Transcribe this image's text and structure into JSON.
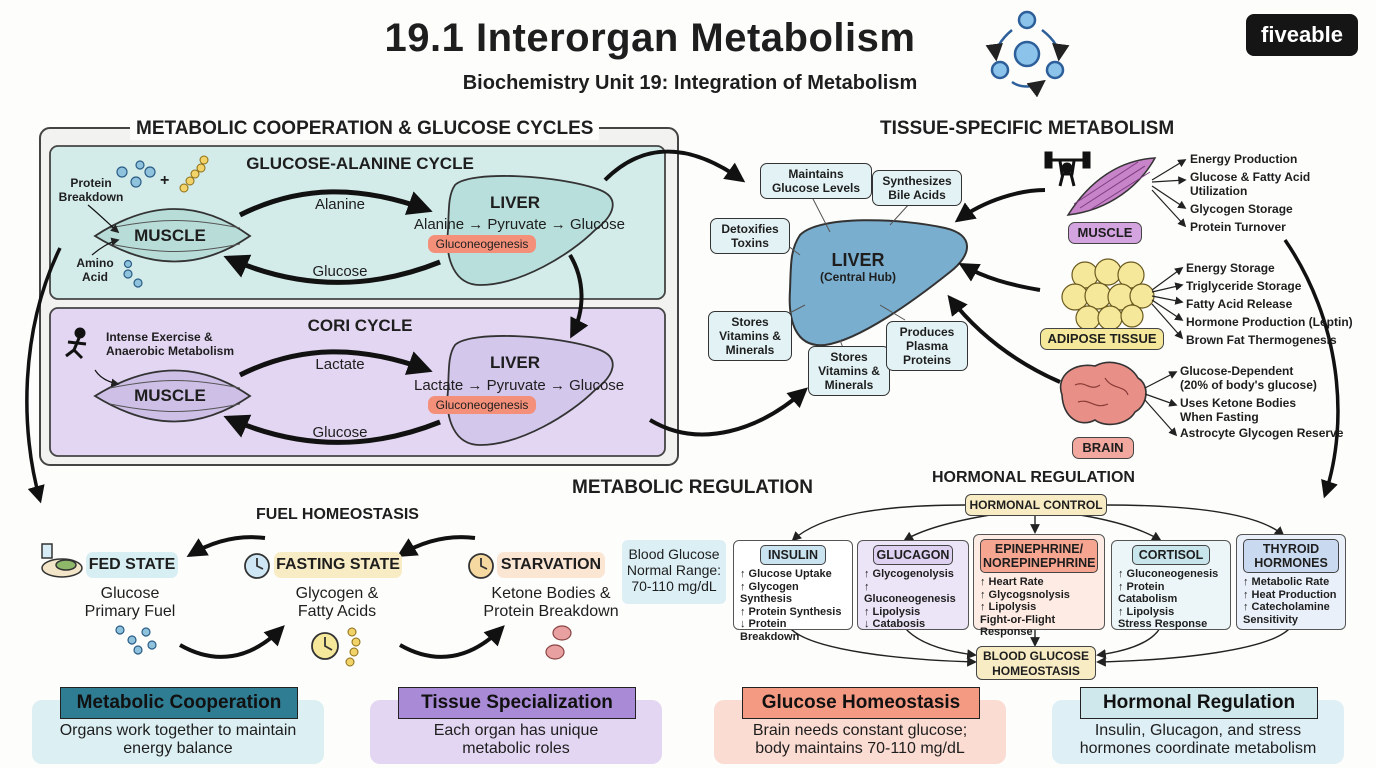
{
  "header": {
    "title": "19.1 Interorgan Metabolism",
    "subtitle": "Biochemistry Unit 19: Integration of Metabolism",
    "logo": "fiveable"
  },
  "cooperation": {
    "section_title": "METABOLIC COOPERATION & GLUCOSE CYCLES",
    "alanine_cycle": {
      "title": "GLUCOSE-ALANINE CYCLE",
      "muscle": "MUSCLE",
      "liver": "LIVER",
      "top_arrow": "Alanine",
      "bottom_arrow": "Glucose",
      "conversion_from": "Alanine",
      "conversion_mid": "Pyruvate",
      "conversion_to": "Glucose",
      "process": "Gluconeogenesis",
      "input_label": "Protein\nBreakdown",
      "amino_label": "Amino\nAcid"
    },
    "cori_cycle": {
      "title": "CORI CYCLE",
      "muscle": "MUSCLE",
      "liver": "LIVER",
      "top_arrow": "Lactate",
      "bottom_arrow": "Glucose",
      "conversion_from": "Lactate",
      "conversion_mid": "Pyruvate",
      "conversion_to": "Glucose",
      "process": "Gluconeogenesis",
      "exercise_label": "Intense Exercise &\nAnaerobic Metabolism"
    }
  },
  "tissue": {
    "section_title": "TISSUE-SPECIFIC METABOLISM",
    "liver_title": "LIVER",
    "liver_sub": "(Central Hub)",
    "liver_functions": {
      "maintains": "Maintains\nGlucose Levels",
      "bile": "Synthesizes\nBile Acids",
      "detox": "Detoxifies\nToxins",
      "stores_left": "Stores\nVitamins &\nMinerals",
      "stores_bottom": "Stores\nVitamins &\nMinerals",
      "proteins": "Produces\nPlasma\nProteins"
    },
    "muscle": {
      "label": "MUSCLE",
      "items": [
        "Energy Production",
        "Glucose & Fatty Acid\nUtilization",
        "Glycogen Storage",
        "Protein Turnover"
      ]
    },
    "adipose": {
      "label": "ADIPOSE TISSUE",
      "items": [
        "Energy Storage",
        "Triglyceride Storage",
        "Fatty Acid Release",
        "Hormone Production (Leptin)",
        "Brown Fat Thermogenesis"
      ]
    },
    "brain": {
      "label": "BRAIN",
      "items": [
        "Glucose-Dependent\n(20% of body's glucose)",
        "Uses Ketone Bodies\nWhen Fasting",
        "Astrocyte Glycogen Reserve"
      ]
    }
  },
  "regulation": {
    "title": "METABOLIC REGULATION",
    "fuel_title": "FUEL HOMEOSTASIS",
    "states": [
      {
        "label": "FED STATE",
        "desc": "Glucose\nPrimary Fuel"
      },
      {
        "label": "FASTING STATE",
        "desc": "Glycogen &\nFatty Acids"
      },
      {
        "label": "STARVATION",
        "desc": "Ketone Bodies &\nProtein Breakdown"
      }
    ],
    "blood_glucose_note": "Blood Glucose\nNormal Range:\n70-110 mg/dL"
  },
  "hormonal": {
    "title": "HORMONAL REGULATION",
    "control": "HORMONAL CONTROL",
    "target": "BLOOD GLUCOSE\nHOMEOSTASIS",
    "hormones": [
      {
        "name": "INSULIN",
        "effects": "↑ Glucose Uptake\n↑ Glycogen Synthesis\n↑ Protein Synthesis\n↓ Protein Breakdown"
      },
      {
        "name": "GLUCAGON",
        "effects": "↑ Glycogenolysis\n↑ Gluconeogenesis\n↑ Lipolysis\n↓ Catabosis"
      },
      {
        "name": "EPINEPHRINE/\nNOREPINEPHRINE",
        "effects": "↑ Heart Rate\n↑ Glycogsnolysis\n↑ Lipolysis\nFight-or-Flight Response"
      },
      {
        "name": "CORTISOL",
        "effects": "↑ Gluconeogenesis\n↑ Protein Catabolism\n↑ Lipolysis\n  Stress Response"
      },
      {
        "name": "THYROID\nHORMONES",
        "effects": "↑ Metabolic Rate\n↑ Heat Production\n↑ Catecholamine\n  Sensitivity"
      }
    ]
  },
  "summary": [
    {
      "title": "Metabolic Cooperation",
      "text": "Organs work together to maintain\nenergy balance"
    },
    {
      "title": "Tissue Specialization",
      "text": "Each organ has unique\nmetabolic roles"
    },
    {
      "title": "Glucose Homeostasis",
      "text": "Brain needs constant glucose;\nbody maintains 70-110 mg/dL"
    },
    {
      "title": "Hormonal Regulation",
      "text": "Insulin, Glucagon, and stress\nhormones coordinate metabolism"
    }
  ],
  "colors": {
    "teal_panel": "#d3ecea",
    "purple_panel": "#e3d6f2",
    "liver": "#7aaecf",
    "gluconeogenesis": "#f4907a",
    "muscle_pink": "#c784c8",
    "adipose_yellow": "#f6e89a",
    "brain_pink": "#e88f88",
    "insulin": "#c9e3f1",
    "glucagon": "#ddd0f0",
    "epinephrine": "#f6a590",
    "cortisol": "#c9e5ec",
    "thyroid": "#c9d9ef"
  }
}
